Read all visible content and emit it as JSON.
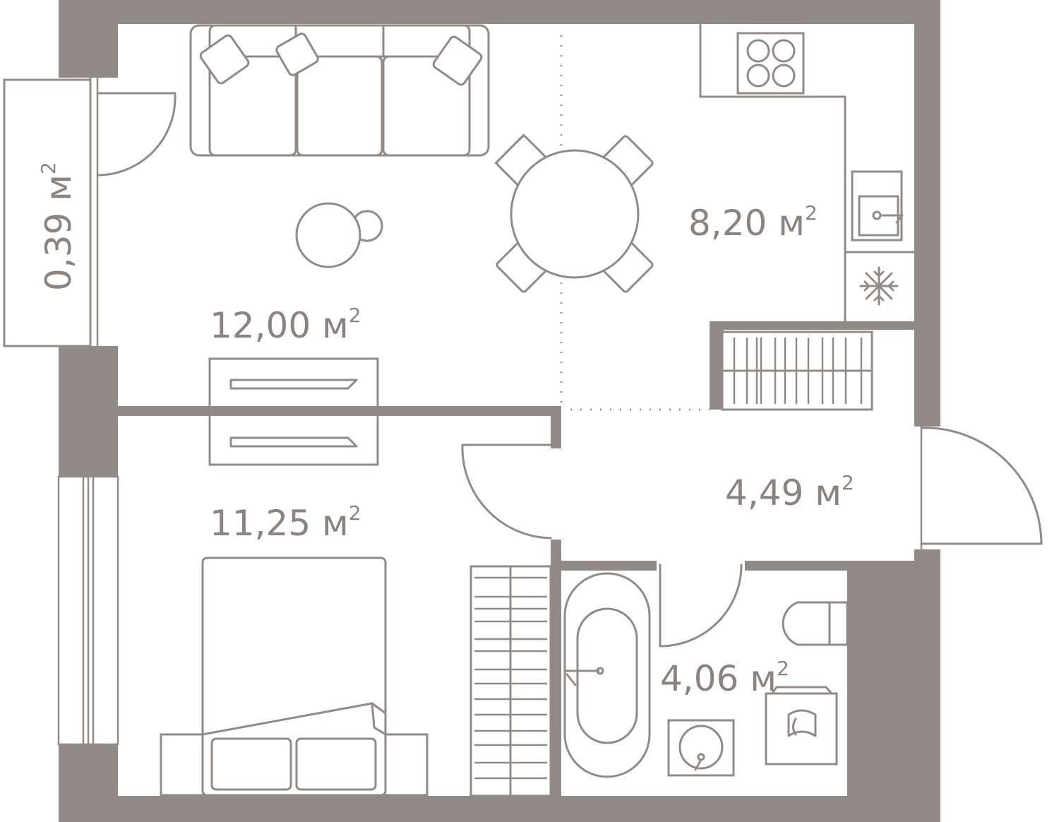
{
  "rooms": {
    "living_room": {
      "value": "12,00 м",
      "sup": "2"
    },
    "kitchen": {
      "value": "8,20 м",
      "sup": "2"
    },
    "bedroom": {
      "value": "11,25 м",
      "sup": "2"
    },
    "hallway": {
      "value": "4,49 м",
      "sup": "2"
    },
    "bathroom": {
      "value": "4,06 м",
      "sup": "2"
    },
    "balcony": {
      "value": "0,39 м",
      "sup": "2"
    }
  },
  "colors": {
    "walls": "#918a86",
    "lines": "#918a86",
    "background": "#ffffff",
    "text": "#8a8380"
  },
  "icons": [
    "sofa",
    "pillow",
    "dining-table",
    "chair",
    "armchair-table",
    "stove",
    "sink",
    "fridge",
    "wardrobe",
    "bed",
    "bathtub",
    "toilet",
    "washing-machine",
    "washbasin",
    "door-swing",
    "window"
  ]
}
